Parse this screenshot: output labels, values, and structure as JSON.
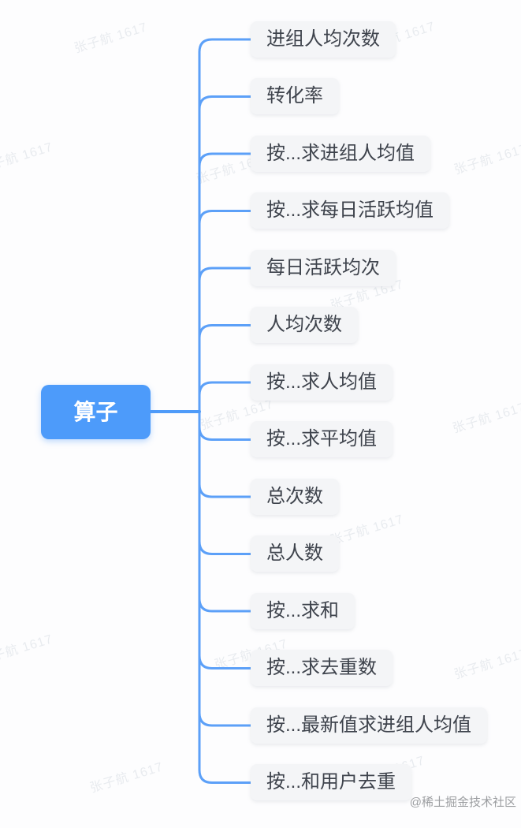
{
  "root": {
    "label": "算子"
  },
  "nodes": [
    {
      "label": "进组人均次数"
    },
    {
      "label": "转化率"
    },
    {
      "label": "按...求进组人均值"
    },
    {
      "label": "按...求每日活跃均值"
    },
    {
      "label": "每日活跃均次"
    },
    {
      "label": "人均次数"
    },
    {
      "label": "按...求人均值"
    },
    {
      "label": "按...求平均值"
    },
    {
      "label": "总次数"
    },
    {
      "label": "总人数"
    },
    {
      "label": "按...求和"
    },
    {
      "label": "按...求去重数"
    },
    {
      "label": "按...最新值求进组人均值"
    },
    {
      "label": "按...和用户去重"
    }
  ],
  "watermark": {
    "text": "张子航 1617"
  },
  "credit": {
    "text": "@稀土掘金技术社区"
  },
  "colors": {
    "root_fill": "#4d9bfa",
    "branch_line": "#5ca0f8",
    "root_connector_line": "#4f9bf9",
    "node_fill": "#f4f5f7",
    "node_text": "#3e434c",
    "background": "#fdfdfe"
  }
}
